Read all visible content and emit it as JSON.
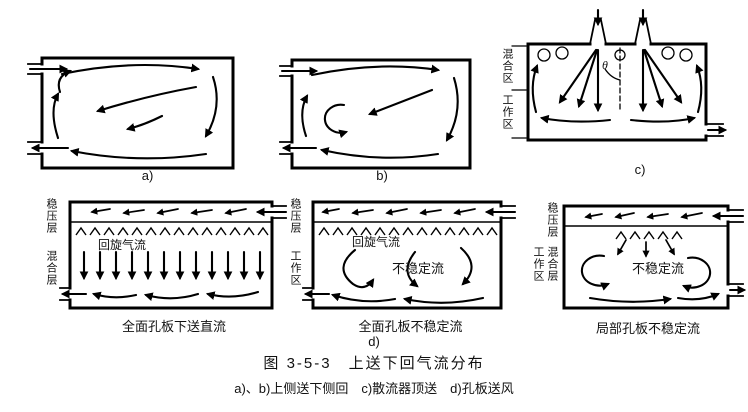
{
  "figure": {
    "caption": "图 3-5-3　上送下回气流分布",
    "subcaption": "a)、b)上侧送下侧回　c)散流器顶送　d)孔板送风"
  },
  "panels": {
    "a": {
      "label": "a)"
    },
    "b": {
      "label": "b)"
    },
    "c": {
      "label": "c)",
      "zone_top": "混合区",
      "zone_bottom": "工作区",
      "angle_symbol": "θ"
    },
    "d": {
      "label": "d)",
      "d1": {
        "layer_top": "稳压层",
        "layer_mid": "混合层",
        "flow_text": "回旋气流",
        "caption": "全面孔板下送直流"
      },
      "d2": {
        "layer_top": "稳压层",
        "layer_bottom": "工作区",
        "flow_text1": "回旋气流",
        "flow_text2": "不稳定流",
        "caption": "全面孔板不稳定流"
      },
      "d3": {
        "layer_top": "稳压层",
        "layer_mid": "混合层",
        "layer_bottom": "工作区",
        "flow_text": "不稳定流",
        "caption": "局部孔板不稳定流"
      }
    }
  }
}
